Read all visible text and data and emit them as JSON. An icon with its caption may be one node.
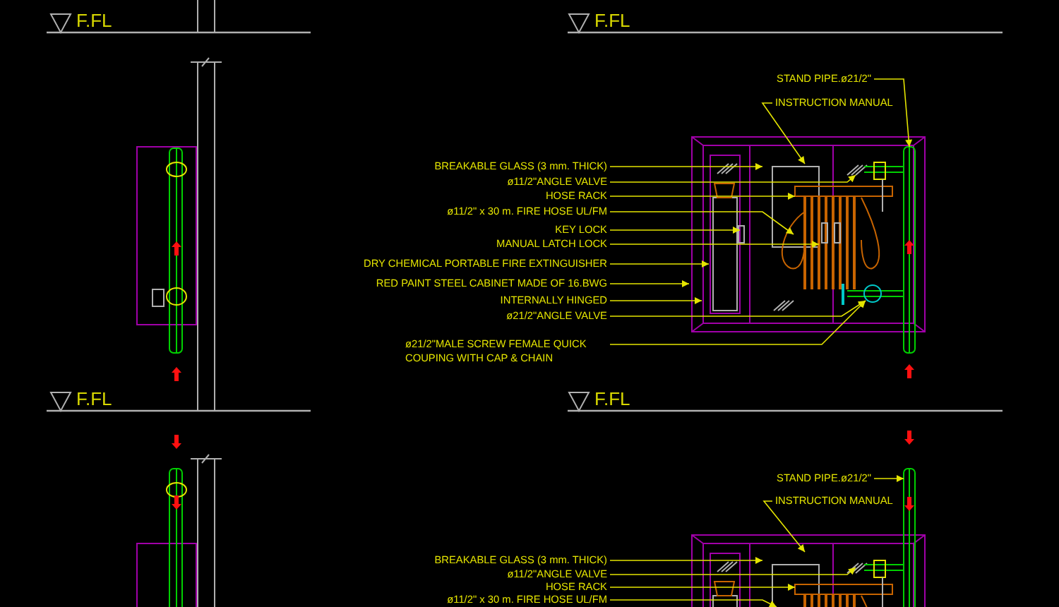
{
  "diagram": {
    "nodes": [
      {
        "text": [
          "STAND PIPE.ø21/2\""
        ]
      },
      {
        "text": [
          "INSTRUCTION MANUAL"
        ]
      },
      {
        "text": [
          "BREAKABLE GLASS (3 mm. THICK)"
        ]
      },
      {
        "text": [
          "ø11/2\"ANGLE VALVE"
        ]
      },
      {
        "text": [
          "HOSE RACK"
        ]
      },
      {
        "text": [
          "ø11/2\" x 30 m. FIRE HOSE UL/FM"
        ]
      },
      {
        "text": [
          "KEY LOCK"
        ]
      },
      {
        "text": [
          "MANUAL LATCH LOCK"
        ]
      },
      {
        "text": [
          "DRY CHEMICAL PORTABLE FIRE EXTINGUISHER"
        ]
      },
      {
        "text": [
          "RED PAINT STEEL CABINET MADE OF 16.BWG"
        ]
      },
      {
        "text": [
          "INTERNALLY HINGED"
        ]
      },
      {
        "text": [
          "ø21/2\"ANGLE VALVE"
        ]
      },
      {
        "text": [
          "ø21/2\"MALE SCREW FEMALE QUICK COUPING WITH CAP & CHAIN"
        ]
      },
      {
        "text": [
          "STAND PIPE.ø21/2\""
        ]
      },
      {
        "text": [
          "INSTRUCTION MANUAL"
        ]
      },
      {
        "text": [
          "BREAKABLE GLASS (3 mm. THICK)"
        ]
      },
      {
        "text": [
          "ø11/2\"ANGLE VALVE"
        ]
      },
      {
        "text": [
          "HOSE RACK"
        ]
      },
      {
        "text": [
          "ø11/2\" x 30 m. FIRE HOSE UL/FM"
        ]
      },
      {
        "text": [],
        "shape": "bar"
      },
      {
        "text": [],
        "shape": "bar"
      },
      {
        "text": [],
        "shape": "circle"
      }
    ],
    "edges": [
      {
        "from": 0,
        "to": 19,
        "arrow": "to"
      },
      {
        "from": 1,
        "to": null,
        "arrow": "to"
      },
      {
        "from": 2,
        "to": null,
        "arrow": "to"
      },
      {
        "from": 3,
        "to": null,
        "arrow": "to"
      },
      {
        "from": 4,
        "to": null,
        "arrow": "to"
      },
      {
        "from": 5,
        "to": null,
        "arrow": "to"
      },
      {
        "from": 6,
        "to": null,
        "arrow": "to"
      },
      {
        "from": 7,
        "to": null,
        "arrow": "to"
      },
      {
        "from": 8,
        "to": null,
        "arrow": "to"
      },
      {
        "from": 9,
        "to": null,
        "arrow": "to"
      },
      {
        "from": 10,
        "to": null,
        "arrow": "to"
      },
      {
        "from": 11,
        "to": 21,
        "arrow": "to"
      },
      {
        "from": 12,
        "to": 21,
        "arrow": "to"
      },
      {
        "from": 13,
        "to": 20,
        "arrow": "to"
      },
      {
        "from": 14,
        "to": null,
        "arrow": "to"
      },
      {
        "from": 15,
        "to": null,
        "arrow": "to"
      },
      {
        "from": 16,
        "to": null,
        "arrow": "to"
      },
      {
        "from": 17,
        "to": null,
        "arrow": "to"
      },
      {
        "from": 18,
        "to": null,
        "arrow": "to"
      }
    ],
    "labels": [
      "F.FL",
      "F.FL",
      "F.FL",
      "F.FL"
    ]
  }
}
